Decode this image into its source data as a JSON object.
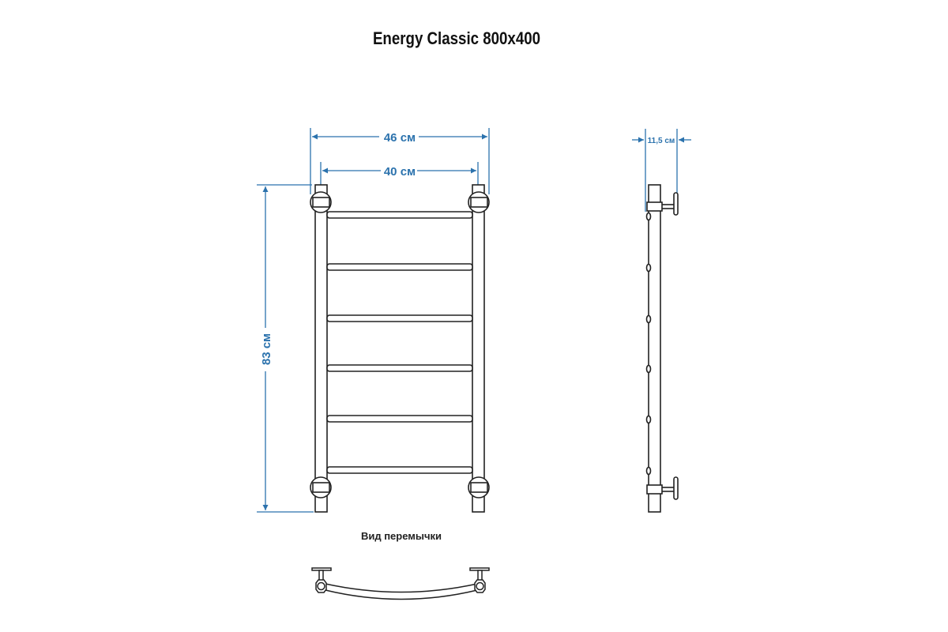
{
  "title": "Energy Classic 800x400",
  "dimensions": {
    "overall_width": "46 см",
    "axis_width": "40 см",
    "height": "83 см",
    "depth": "11,5 см"
  },
  "bridge_view_caption": "Вид перемычки",
  "colors": {
    "dimension": "#2b72ad",
    "line": "#222222"
  }
}
